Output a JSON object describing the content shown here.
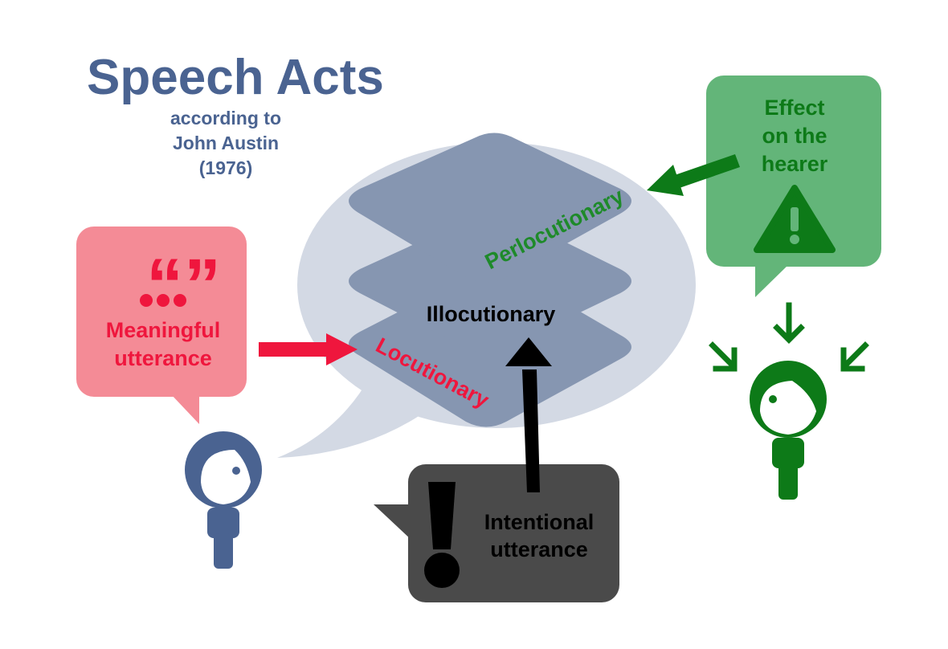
{
  "title": {
    "main": "Speech Acts",
    "sub": [
      "according to",
      "John Austin",
      "(1976)"
    ]
  },
  "layers": {
    "perlocutionary": "Perlocutionary",
    "illocutionary": "Illocutionary",
    "locutionary": "Locutionary"
  },
  "speaker_bubble": {
    "quote_symbol": "“...”",
    "lines": [
      "Meaningful",
      "utterance"
    ]
  },
  "intent_bubble": {
    "symbol": "!",
    "lines": [
      "Intentional",
      "utterance"
    ]
  },
  "hearer_bubble": {
    "lines": [
      "Effect",
      "on the",
      "hearer"
    ],
    "icon": "warning-icon"
  },
  "colors": {
    "title": "#4a6391",
    "speech_bubble": "#d3d9e4",
    "layer": "#8696b1",
    "locutionary": "#ef163d",
    "speaker_box": "#f48b96",
    "speaker": "#4a6391",
    "perlocutionary": "#1e8a2a",
    "hearer_box": "#63b579",
    "hearer": "#0d7a18",
    "intent_box": "#4a4a4a",
    "illocutionary": "#000000"
  }
}
